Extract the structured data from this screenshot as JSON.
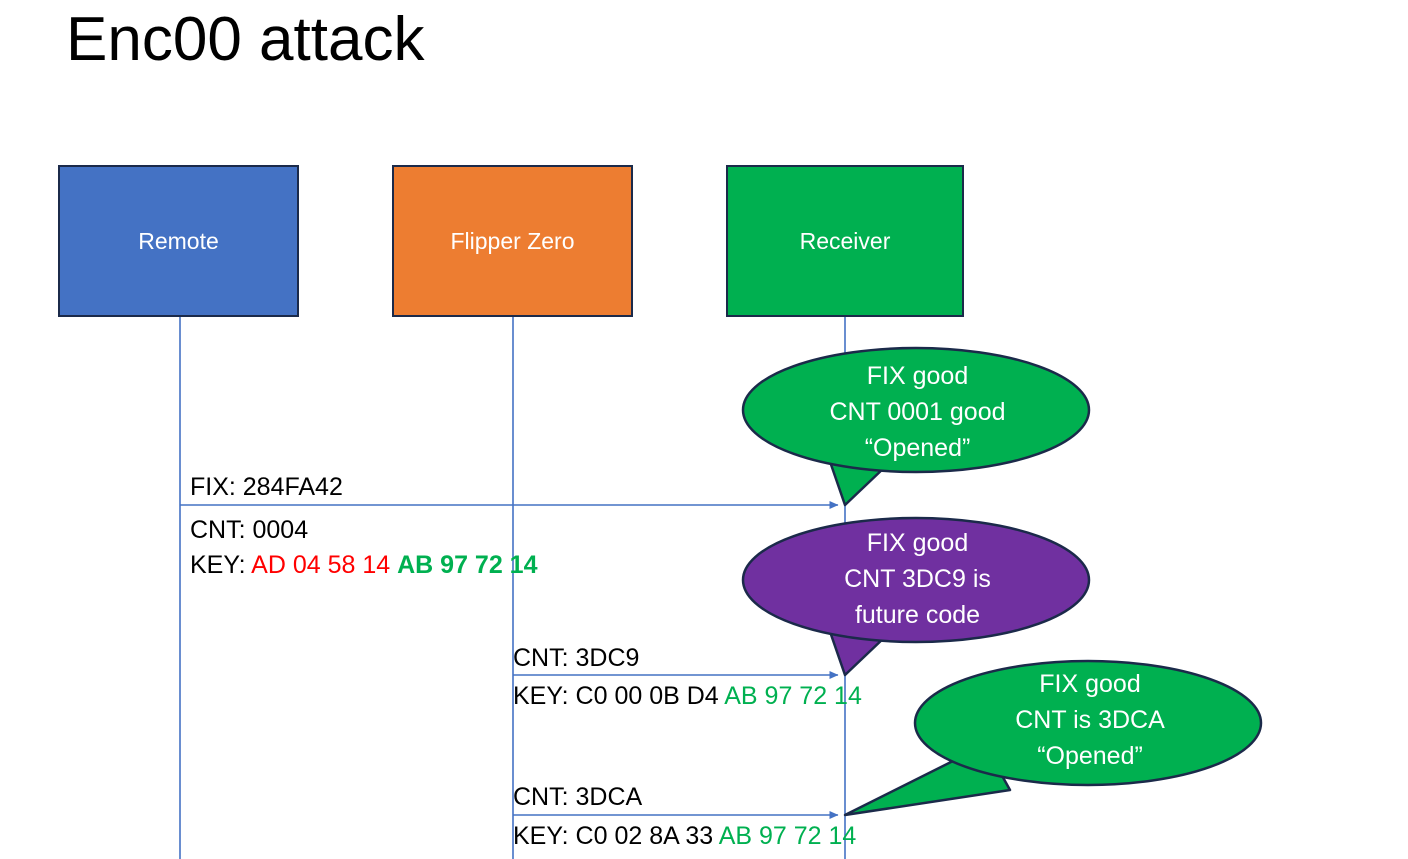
{
  "title": "Enc00 attack",
  "colors": {
    "remote": "#4472C4",
    "flipper": "#ED7D31",
    "receiver": "#00B050",
    "bubble_good": "#00B050",
    "bubble_future": "#7030A0",
    "lifeline": "#4472C4",
    "hex_changing": "#FF0000",
    "hex_fixed": "#00B050",
    "outline": "#1b2a4a"
  },
  "actors": [
    {
      "id": "remote",
      "label": "Remote"
    },
    {
      "id": "flipper",
      "label": "Flipper Zero"
    },
    {
      "id": "receiver",
      "label": "Receiver"
    }
  ],
  "messages": [
    {
      "id": "remote-to-receiver",
      "from": "remote",
      "to": "receiver",
      "fix_label": "FIX: 284FA42",
      "cnt_label": "CNT: 0004",
      "key_prefix": "KEY: ",
      "key_changing": "AD 04 58 14",
      "key_fixed": "AB 97 72 14"
    },
    {
      "id": "flipper-future-code",
      "from": "flipper",
      "to": "receiver",
      "cnt_label": "CNT: 3DC9",
      "key_prefix": "KEY: C0 00 0B D4 ",
      "key_fixed": "AB 97 72 14"
    },
    {
      "id": "flipper-next-code",
      "from": "flipper",
      "to": "receiver",
      "cnt_label": "CNT: 3DCA",
      "key_prefix": "KEY: C0 02 8A 33 ",
      "key_fixed": "AB 97 72 14"
    }
  ],
  "bubbles": [
    {
      "id": "bubble-opened-0001",
      "color": "#00B050",
      "lines": [
        "FIX good",
        "CNT 0001 good",
        "“Opened”"
      ]
    },
    {
      "id": "bubble-future-code",
      "color": "#7030A0",
      "lines": [
        "FIX good",
        "CNT 3DC9 is",
        "future code"
      ]
    },
    {
      "id": "bubble-opened-3dca",
      "color": "#00B050",
      "lines": [
        "FIX good",
        "CNT is 3DCA",
        "“Opened”"
      ]
    }
  ]
}
